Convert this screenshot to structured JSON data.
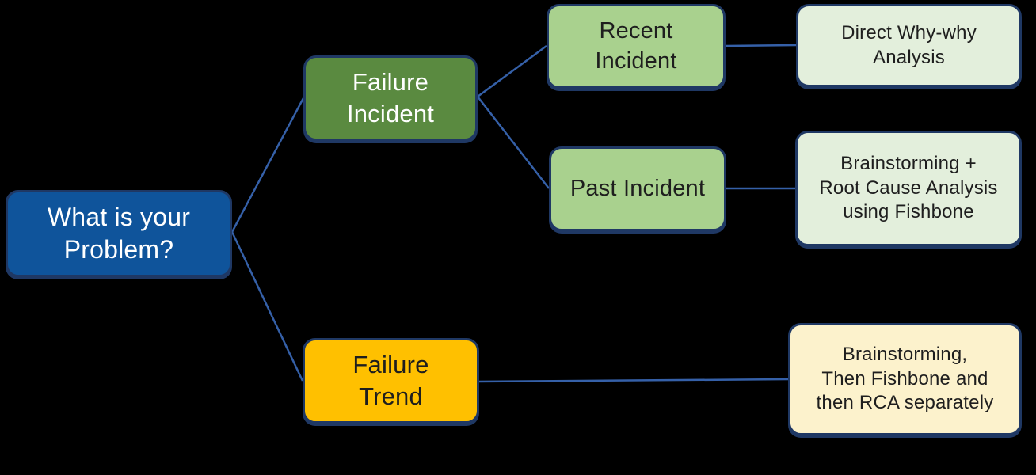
{
  "diagram": {
    "background_color": "#000000",
    "connector_color": "#3560A8",
    "node_border_color": "#1F3864"
  },
  "nodes": {
    "root": {
      "label": "What is your\nProblem?",
      "fill_color": "#0F549B",
      "text_color": "#FFFFFF"
    },
    "failure_incident": {
      "label": "Failure\nIncident",
      "fill_color": "#5A8A40",
      "text_color": "#FFFFFF"
    },
    "recent_incident": {
      "label": "Recent\nIncident",
      "fill_color": "#A9D18E",
      "text_color": "#1E1E1E"
    },
    "direct_why_why": {
      "label": "Direct Why-why\nAnalysis",
      "fill_color": "#E3EFDC",
      "text_color": "#1E1E1E"
    },
    "past_incident": {
      "label": "Past Incident",
      "fill_color": "#A9D18E",
      "text_color": "#1E1E1E"
    },
    "brainstorm_rca": {
      "label": "Brainstorming +\nRoot Cause Analysis\nusing Fishbone",
      "fill_color": "#E3EFDC",
      "text_color": "#1E1E1E"
    },
    "failure_trend": {
      "label": "Failure\nTrend",
      "fill_color": "#FFC000",
      "text_color": "#1E1E1E"
    },
    "brainstorm_fishbone_rca": {
      "label": "Brainstorming,\nThen Fishbone and\nthen RCA separately",
      "fill_color": "#FCF2CC",
      "text_color": "#1E1E1E"
    }
  }
}
